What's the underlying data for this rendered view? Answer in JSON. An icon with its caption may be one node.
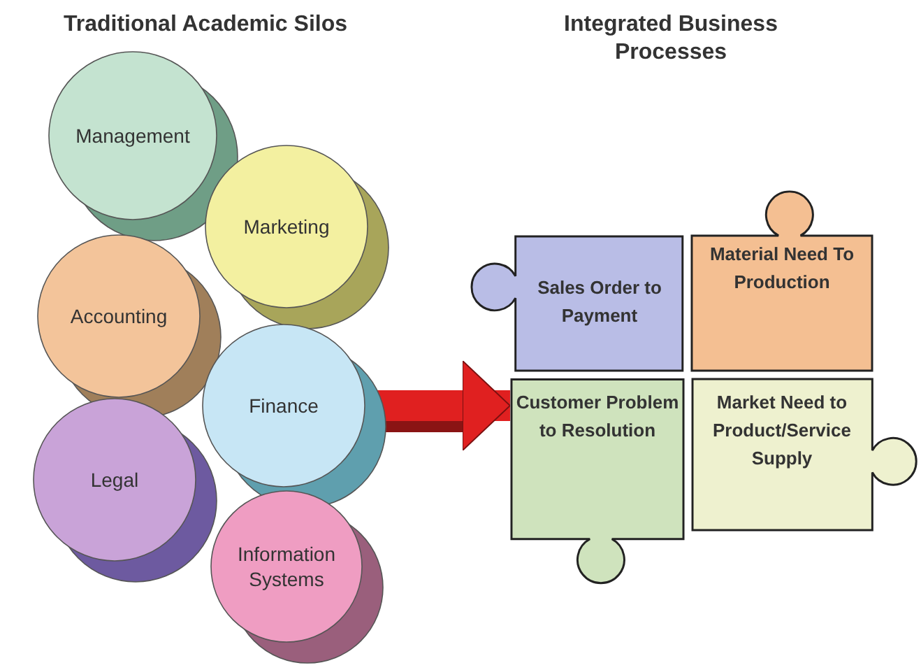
{
  "diagram": {
    "nodes": [
      {
        "text": [
          "Management"
        ]
      },
      {
        "text": [
          "Marketing"
        ]
      },
      {
        "text": [
          "Accounting"
        ]
      },
      {
        "text": [
          "Finance"
        ]
      },
      {
        "text": [
          "Legal"
        ]
      },
      {
        "text": [
          "Information Systems"
        ]
      },
      {
        "text": [
          "Sales Order to Payment"
        ]
      },
      {
        "text": [
          "Material Need To Production"
        ]
      },
      {
        "text": [
          "Customer Problem to Resolution"
        ]
      },
      {
        "text": [
          "Market Need to Product/Service Supply"
        ]
      }
    ],
    "edges": [
      {
        "from": 3,
        "to": 8,
        "arrow": "to",
        "color": "#e02020"
      }
    ],
    "labels": [
      "Traditional Academic Silos",
      "Integrated Business Processes"
    ]
  }
}
